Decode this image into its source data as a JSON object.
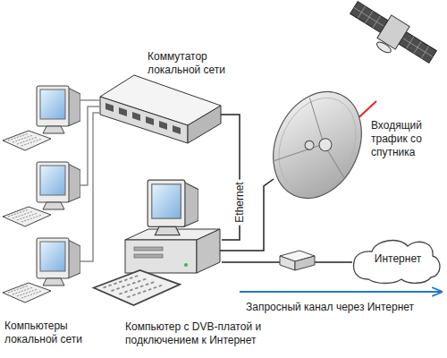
{
  "diagram": {
    "nodes": [
      {
        "text": [
          "Коммутатор локальной сети"
        ]
      },
      {
        "text": [
          "Компьютеры локальной сети"
        ]
      },
      {
        "text": [
          "Компьютер с DVB-платой и подключением к Интернет"
        ]
      },
      {
        "text": [
          "Интернет"
        ]
      }
    ],
    "edges": [
      {
        "from": 0,
        "to": 1,
        "arrow": "none"
      },
      {
        "from": 0,
        "to": 1,
        "arrow": "none"
      },
      {
        "from": 0,
        "to": 1,
        "arrow": "none"
      },
      {
        "from": 0,
        "to": 2,
        "label": "Ethernet",
        "arrow": "none"
      },
      {
        "from": 2,
        "to": 3,
        "arrow": "none"
      }
    ],
    "labels": [
      "Входящий трафик со спутника",
      "Запросный канал через Интернет"
    ]
  }
}
